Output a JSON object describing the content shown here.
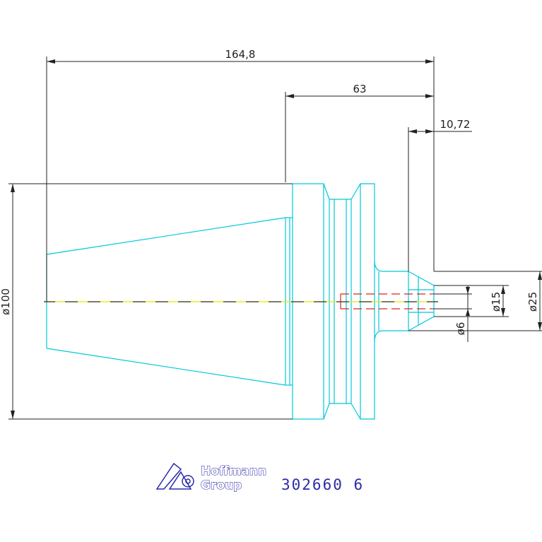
{
  "dimensions": {
    "overall_length": "164,8",
    "flange_to_tip": "63",
    "nose_length": "10,72",
    "outer_diameter": "ø100",
    "diameter_6": "ø6",
    "diameter_15": "ø15",
    "diameter_25": "ø25"
  },
  "logo": {
    "line1": "Hoffmann",
    "line2": "Group"
  },
  "part_number": "302660 6",
  "colors": {
    "outline": "#00c8d8",
    "dimension": "#222222",
    "centerline": "#e8e800",
    "hidden": "#e02020",
    "brand": "#2a2aa8"
  }
}
